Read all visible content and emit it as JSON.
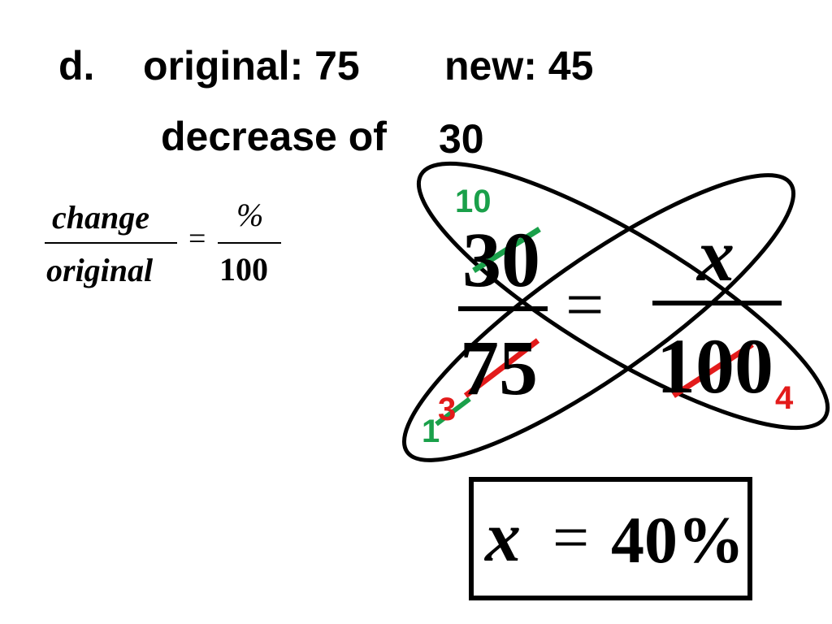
{
  "problem": {
    "label": "d.",
    "original_text": "original: 75",
    "new_text": "new: 45",
    "decrease_text": "decrease of",
    "change_value": "30"
  },
  "formula": {
    "numerator": "change",
    "denominator": "original",
    "equals": "=",
    "percent": "%",
    "hundred": "100"
  },
  "proportion": {
    "numerator": "30",
    "denominator": "75",
    "equals": "=",
    "unknown": "x",
    "hundred": "100"
  },
  "annotations": {
    "reduced_30": "10",
    "reduced_75_red": "3",
    "reduced_75_green": "1",
    "reduced_100": "4",
    "green_color": "#1aa04a",
    "red_color": "#e31b1b"
  },
  "answer": {
    "variable": "x",
    "equals": "=",
    "value": "40%"
  }
}
